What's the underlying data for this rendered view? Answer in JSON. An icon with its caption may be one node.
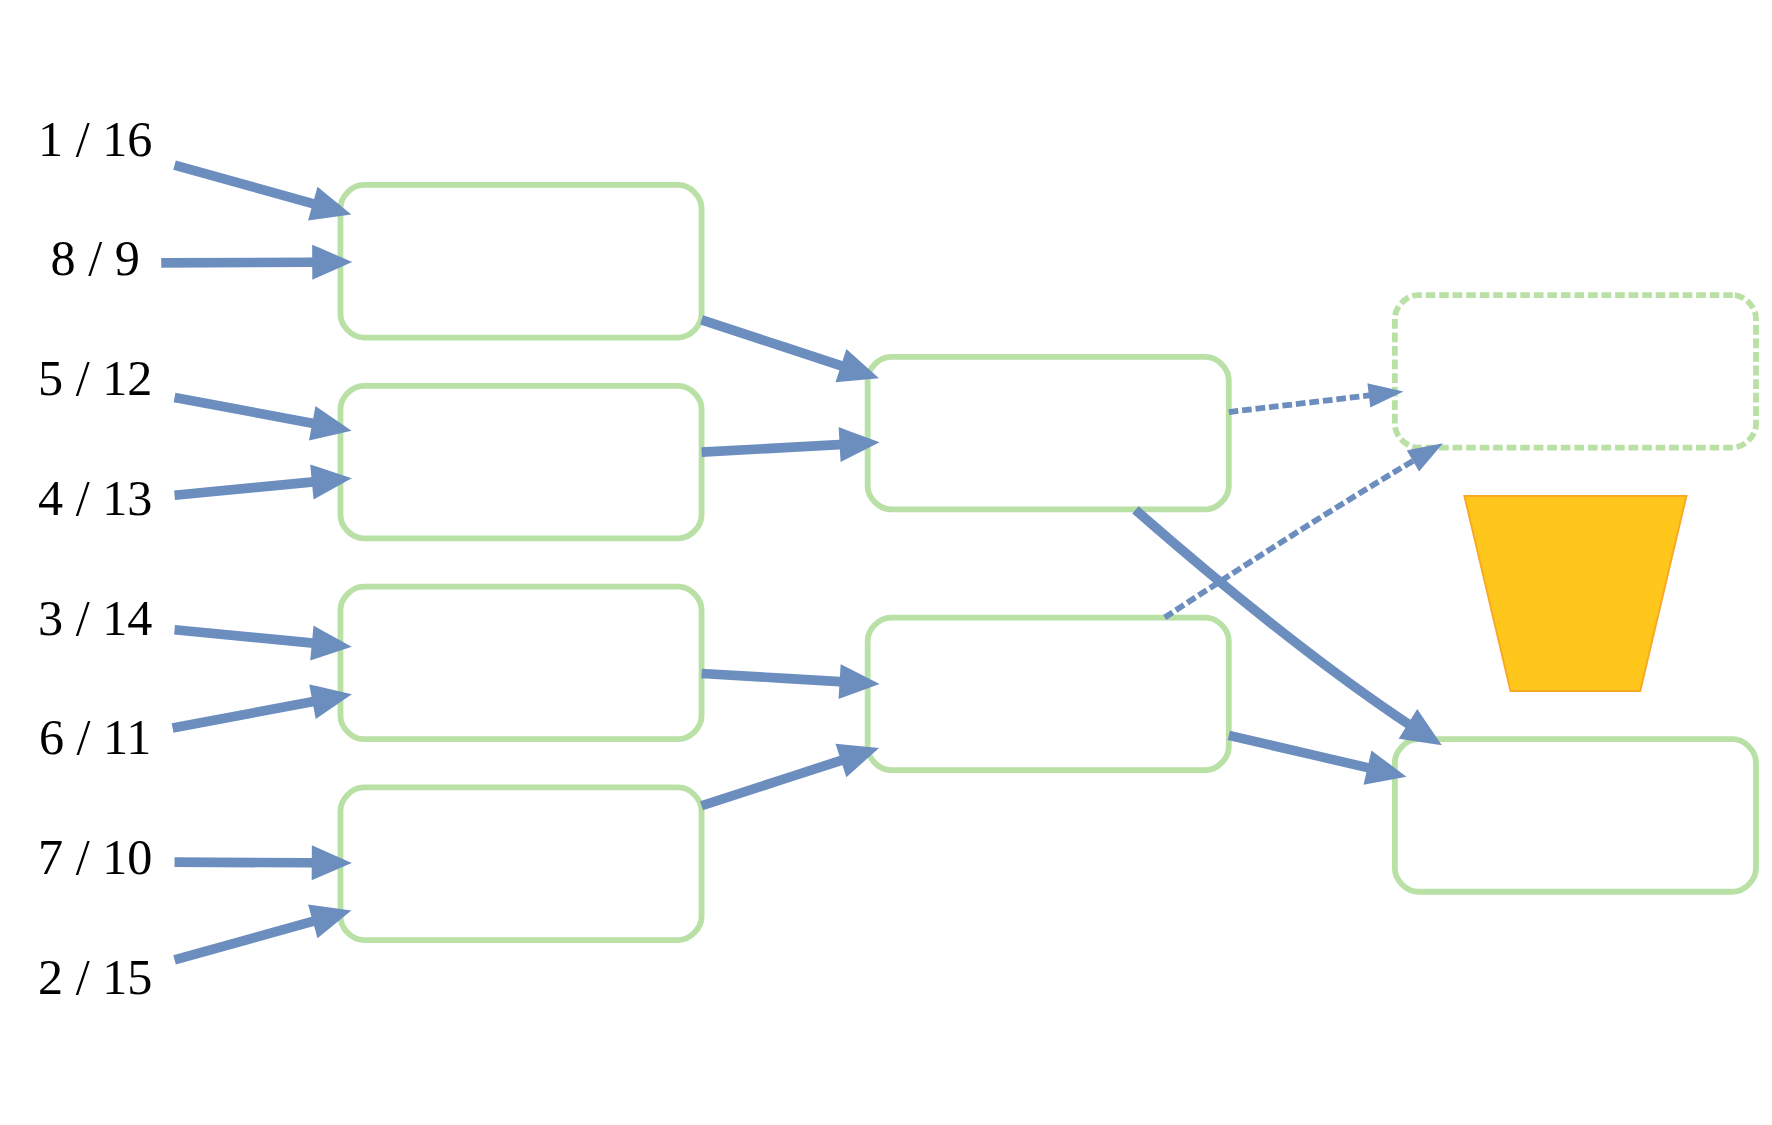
{
  "diagram": {
    "nodes": [
      {
        "text": [
          "1 / 16"
        ]
      },
      {
        "text": [
          "8 / 9"
        ]
      },
      {
        "text": [
          "5 / 12"
        ]
      },
      {
        "text": [
          "4 / 13"
        ]
      },
      {
        "text": [
          "3 / 14"
        ]
      },
      {
        "text": [
          "6 / 11"
        ]
      },
      {
        "text": [
          "7 / 10"
        ]
      },
      {
        "text": [
          "2 / 15"
        ]
      },
      {
        "text": [],
        "shape": "box"
      },
      {
        "text": [],
        "shape": "box"
      },
      {
        "text": [],
        "shape": "box"
      },
      {
        "text": [],
        "shape": "box"
      },
      {
        "text": [],
        "shape": "box"
      },
      {
        "text": [],
        "shape": "box"
      },
      {
        "text": [],
        "shape": "picture"
      },
      {
        "text": [],
        "shape": "box"
      },
      {
        "text": [],
        "shape": "box"
      }
    ],
    "edges": [
      {
        "from": 0,
        "to": 8,
        "arrow": "to"
      },
      {
        "from": 1,
        "to": 8,
        "arrow": "to"
      },
      {
        "from": 2,
        "to": 9,
        "arrow": "to"
      },
      {
        "from": 3,
        "to": 9,
        "arrow": "to"
      },
      {
        "from": 4,
        "to": 10,
        "arrow": "to"
      },
      {
        "from": 5,
        "to": 10,
        "arrow": "to"
      },
      {
        "from": 6,
        "to": 11,
        "arrow": "to"
      },
      {
        "from": 7,
        "to": 11,
        "arrow": "to"
      },
      {
        "from": 8,
        "to": 12,
        "arrow": "to"
      },
      {
        "from": 9,
        "to": 12,
        "arrow": "to"
      },
      {
        "from": 10,
        "to": 13,
        "arrow": "to"
      },
      {
        "from": 11,
        "to": 13,
        "arrow": "to"
      },
      {
        "from": 12,
        "to": 15,
        "arrow": "to"
      },
      {
        "from": 13,
        "to": 15,
        "arrow": "to"
      },
      {
        "from": 12,
        "to": 16,
        "arrow": "to",
        "style": "dashed"
      },
      {
        "from": 13,
        "to": 16,
        "arrow": "to",
        "style": "dashed"
      }
    ]
  }
}
